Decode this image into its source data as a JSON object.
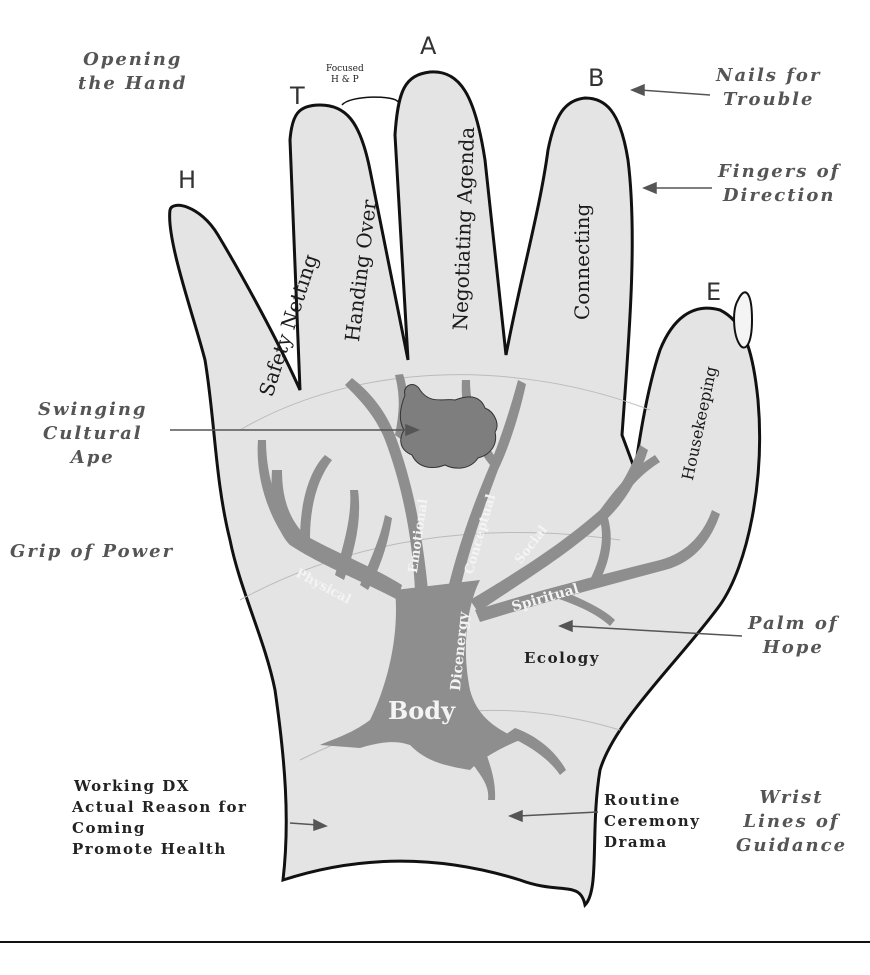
{
  "left_labels": {
    "opening": [
      "Opening",
      "the Hand"
    ],
    "swinging": [
      "Swinging",
      "Cultural",
      "Ape"
    ],
    "grip": "Grip of Power"
  },
  "right_labels": {
    "nails": [
      "Nails for",
      "Trouble"
    ],
    "fingers": [
      "Fingers of",
      "Direction"
    ],
    "palm": [
      "Palm of",
      "Hope"
    ],
    "wrist": [
      "Wrist",
      "Lines of",
      "Guidance"
    ]
  },
  "finger_letters": {
    "h": "H",
    "t": "T",
    "a": "A",
    "b": "B",
    "e": "E"
  },
  "fingers": {
    "little": "Safety Netting",
    "ring": "Handing Over",
    "middle": "Negotiating Agenda",
    "index": "Connecting",
    "thumb": "Housekeeping"
  },
  "focused": [
    "Focused",
    "H & P"
  ],
  "tree": {
    "body": "Body",
    "dicenergy": "Dicenergy",
    "emotional": "Emotional",
    "conceptual": "Conceptual",
    "social": "Social",
    "spiritual": "Spiritual",
    "physical": "Physical"
  },
  "palm_text": "Ecology",
  "wrist_left": [
    "Working DX",
    "Actual Reason for",
    "Coming",
    "Promote Health"
  ],
  "wrist_right": [
    "Routine",
    "Ceremony",
    "Drama"
  ],
  "colors": {
    "hand_fill": "#e4e4e4",
    "tree_fill": "#8e8e8e",
    "outline": "#111111",
    "label_grey": "#555555"
  }
}
